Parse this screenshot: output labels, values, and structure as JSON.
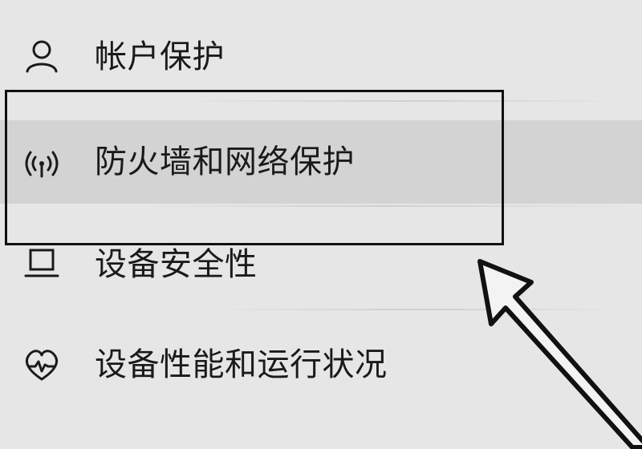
{
  "menu": {
    "items": [
      {
        "label": "帐户保护",
        "icon": "person-icon"
      },
      {
        "label": "防火墙和网络保护",
        "icon": "wifi-signal-icon"
      },
      {
        "label": "设备安全性",
        "icon": "laptop-icon"
      },
      {
        "label": "设备性能和运行状况",
        "icon": "heart-pulse-icon"
      }
    ]
  },
  "colors": {
    "background": "#e6e6e6",
    "selected_row": "#d3d3d3",
    "annotation": "#111111",
    "text": "#1a1a1a"
  },
  "annotation": {
    "highlight_target": "firewall-network-protection",
    "arrow": "pointing-to-highlight"
  }
}
